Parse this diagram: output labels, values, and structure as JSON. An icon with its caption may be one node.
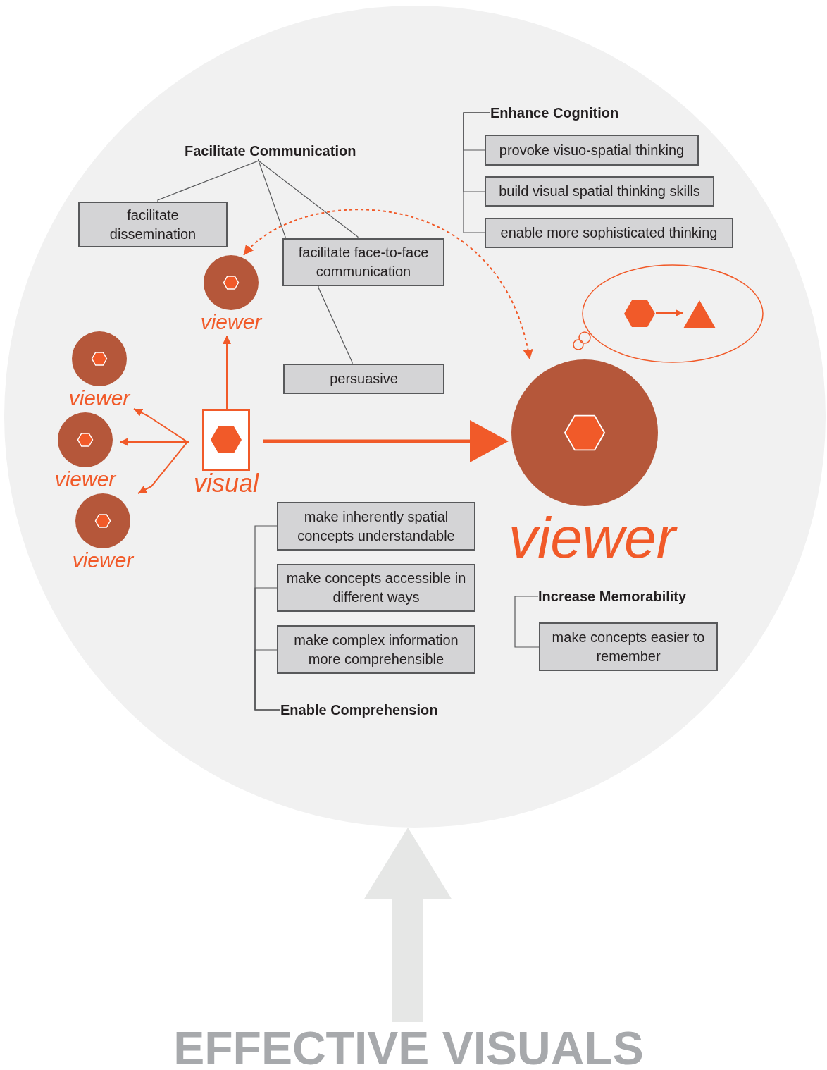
{
  "diagram": {
    "nodes": [
      {
        "text": [],
        "shape": "circle"
      },
      {
        "text": [
          "Facilitate Communication"
        ],
        "in": 0
      },
      {
        "text": [
          "facilitate dissemination"
        ],
        "in": 0
      },
      {
        "text": [
          "facilitate face-to-face communication"
        ],
        "in": 0
      },
      {
        "text": [
          "persuasive"
        ],
        "in": 0
      },
      {
        "text": [
          "Enhance Cognition"
        ],
        "in": 0
      },
      {
        "text": [
          "provoke visuo-spatial thinking"
        ],
        "in": 0
      },
      {
        "text": [
          "build visual spatial thinking skills"
        ],
        "in": 0
      },
      {
        "text": [
          "enable more sophisticated thinking"
        ],
        "in": 0
      },
      {
        "text": [
          "viewer"
        ],
        "in": 0
      },
      {
        "text": [
          "viewer"
        ],
        "in": 0
      },
      {
        "text": [
          "viewer"
        ],
        "in": 0
      },
      {
        "text": [
          "viewer"
        ],
        "in": 0
      },
      {
        "text": [
          "visual"
        ],
        "in": 0
      },
      {
        "text": [
          "viewer"
        ],
        "in": 0
      },
      {
        "text": [],
        "shape": "cloud",
        "in": 0
      },
      {
        "text": [],
        "shape": "hexagon",
        "in": 15
      },
      {
        "text": [],
        "shape": "triangle",
        "in": 15
      },
      {
        "text": [
          "make inherently spatial concepts understandable"
        ],
        "in": 0
      },
      {
        "text": [
          "make concepts accessible in different ways"
        ],
        "in": 0
      },
      {
        "text": [
          "make complex information more comprehensible"
        ],
        "in": 0
      },
      {
        "text": [
          "Enable Comprehension"
        ],
        "in": 0
      },
      {
        "text": [
          "Increase Memorability"
        ],
        "in": 0
      },
      {
        "text": [
          "make concepts easier to remember"
        ],
        "in": 0
      },
      {
        "text": [
          "EFFECTIVE VISUALS"
        ]
      }
    ],
    "edges": [
      {
        "from": 1,
        "to": 2,
        "arrow": "none"
      },
      {
        "from": 1,
        "to": 3,
        "arrow": "none"
      },
      {
        "from": 1,
        "to": 3,
        "arrow": "none"
      },
      {
        "from": 3,
        "to": 4,
        "arrow": "none"
      },
      {
        "from": 5,
        "to": 6,
        "arrow": "none"
      },
      {
        "from": 5,
        "to": 7,
        "arrow": "none"
      },
      {
        "from": 5,
        "to": 8,
        "arrow": "none"
      },
      {
        "from": 13,
        "to": 9,
        "arrow": "to",
        "color": "#f15a29"
      },
      {
        "from": 13,
        "to": 10,
        "arrow": "to",
        "color": "#f15a29"
      },
      {
        "from": 13,
        "to": 11,
        "arrow": "to",
        "color": "#f15a29"
      },
      {
        "from": 13,
        "to": 12,
        "arrow": "to",
        "color": "#f15a29"
      },
      {
        "from": 13,
        "to": 14,
        "arrow": "to",
        "style": "thick",
        "color": "#f15a29"
      },
      {
        "from": 9,
        "to": 14,
        "arrow": "both",
        "style": "dashed",
        "color": "#f15a29"
      },
      {
        "from": 16,
        "to": 17,
        "arrow": "to",
        "color": "#f15a29"
      },
      {
        "from": 21,
        "to": 18,
        "arrow": "none"
      },
      {
        "from": 21,
        "to": 19,
        "arrow": "none"
      },
      {
        "from": 21,
        "to": 20,
        "arrow": "none"
      },
      {
        "from": 22,
        "to": 23,
        "arrow": "none"
      },
      {
        "from": 24,
        "to": 0,
        "arrow": "to",
        "style": "thick",
        "color": "#e6e7e6"
      }
    ]
  }
}
